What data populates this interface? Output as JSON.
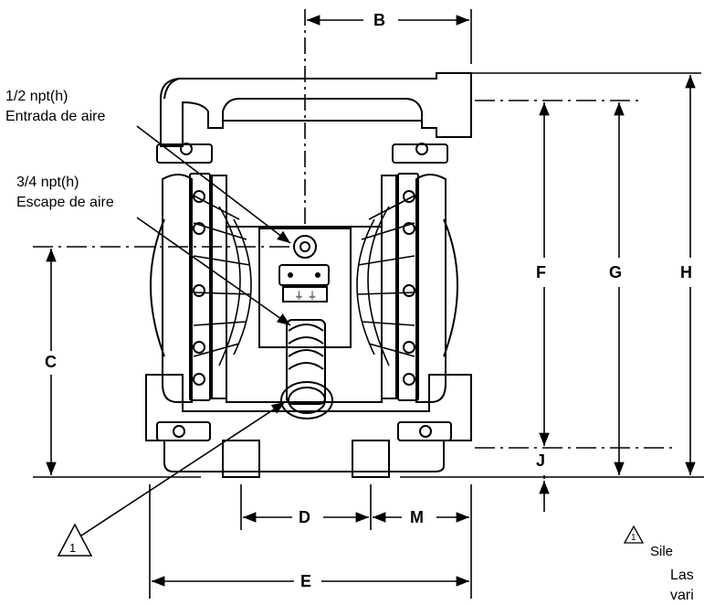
{
  "labels": {
    "air_inlet_size": "1/2 npt(h)",
    "air_inlet_name": "Entrada de aire",
    "air_exhaust_size": "3/4 npt(h)",
    "air_exhaust_name": "Escape de aire"
  },
  "dimensions": {
    "b": "B",
    "c": "C",
    "d": "D",
    "e": "E",
    "f": "F",
    "g": "G",
    "h": "H",
    "j": "J",
    "m": "M"
  },
  "note": {
    "marker": "1",
    "text": "Sile",
    "continuation_line1": "Las",
    "continuation_line2": "vari"
  }
}
